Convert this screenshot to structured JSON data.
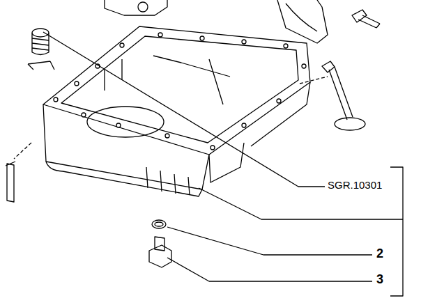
{
  "diagram": {
    "labels": [
      "SGR.10301",
      "2",
      "3"
    ]
  }
}
